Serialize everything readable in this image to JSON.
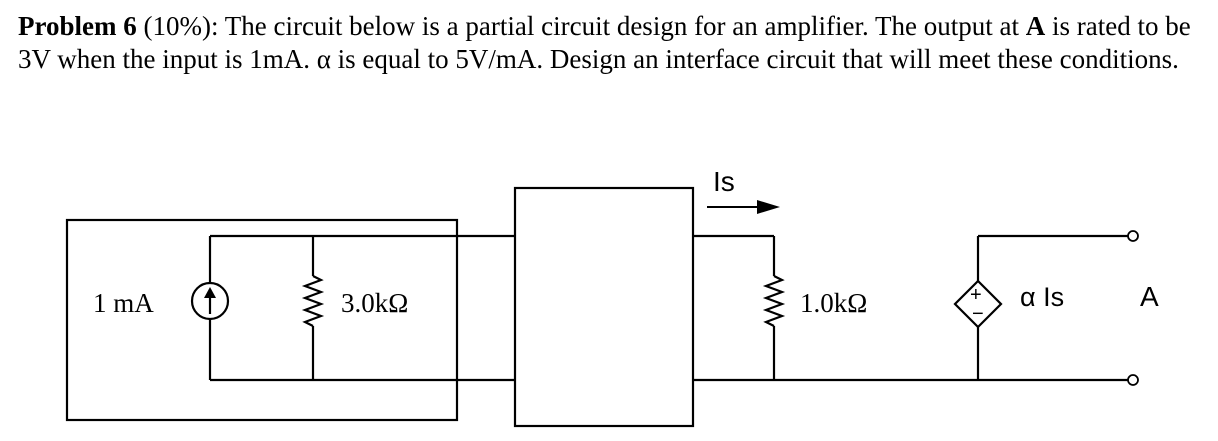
{
  "problem": {
    "title": "Problem 6",
    "weight": "(10%):",
    "text1": "The circuit below is a partial circuit design for an amplifier.  The output at",
    "node_ref": "A",
    "text2": "is rated to be 3V when the input is 1mA.  α is equal to 5V/mA.  Design an interface circuit that will meet these conditions."
  },
  "circuit": {
    "source_label": "1 mA",
    "r1_label": "3.0kΩ",
    "r2_label": "1.0kΩ",
    "current_label": "Is",
    "dep_source_label": "α Is",
    "output_label": "A",
    "dep_plus": "+",
    "dep_minus": "−"
  }
}
